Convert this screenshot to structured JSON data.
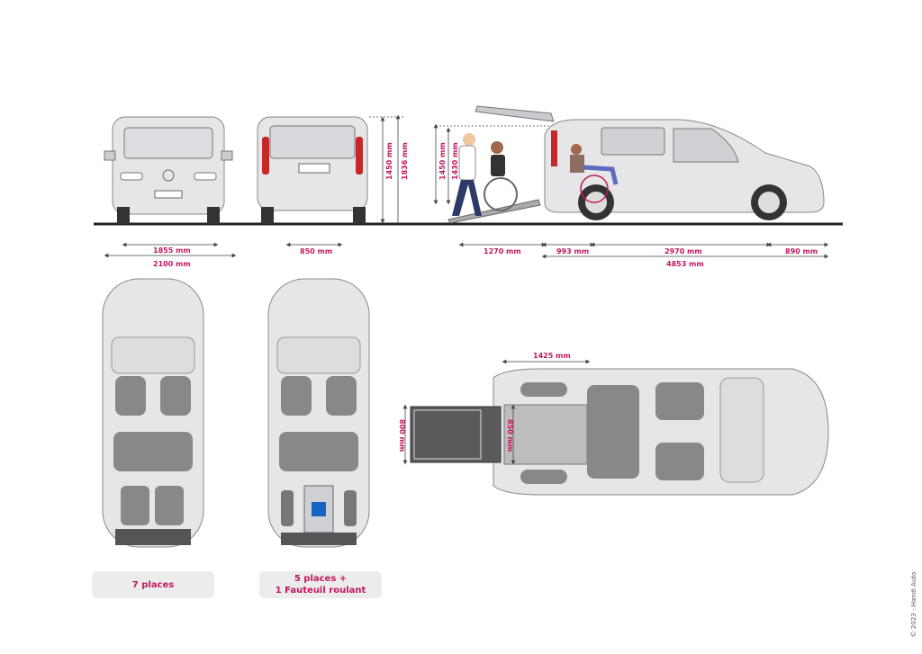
{
  "dimensions": {
    "front_height": "1450 mm",
    "total_height": "1836 mm",
    "rear_height": "1450 mm",
    "door_height": "1430 mm",
    "track_width": "1855 mm",
    "mirror_width": "2100 mm",
    "door_width": "850 mm",
    "ramp_length": "1270 mm",
    "rear_overhang": "993 mm",
    "wheelbase": "2970 mm",
    "front_overhang": "890 mm",
    "total_length": "4853 mm",
    "floor_length": "1425 mm",
    "ramp_width": "800 mm",
    "floor_width": "850 mm"
  },
  "configs": [
    {
      "label": "7 places"
    },
    {
      "label_line1": "5 places +",
      "label_line2": "1 Fauteuil roulant"
    }
  ],
  "copyright": "© 2023 - Handi Auto",
  "colors": {
    "accent": "#c2185b",
    "body": "#e6e6e8",
    "dark": "#555555"
  }
}
